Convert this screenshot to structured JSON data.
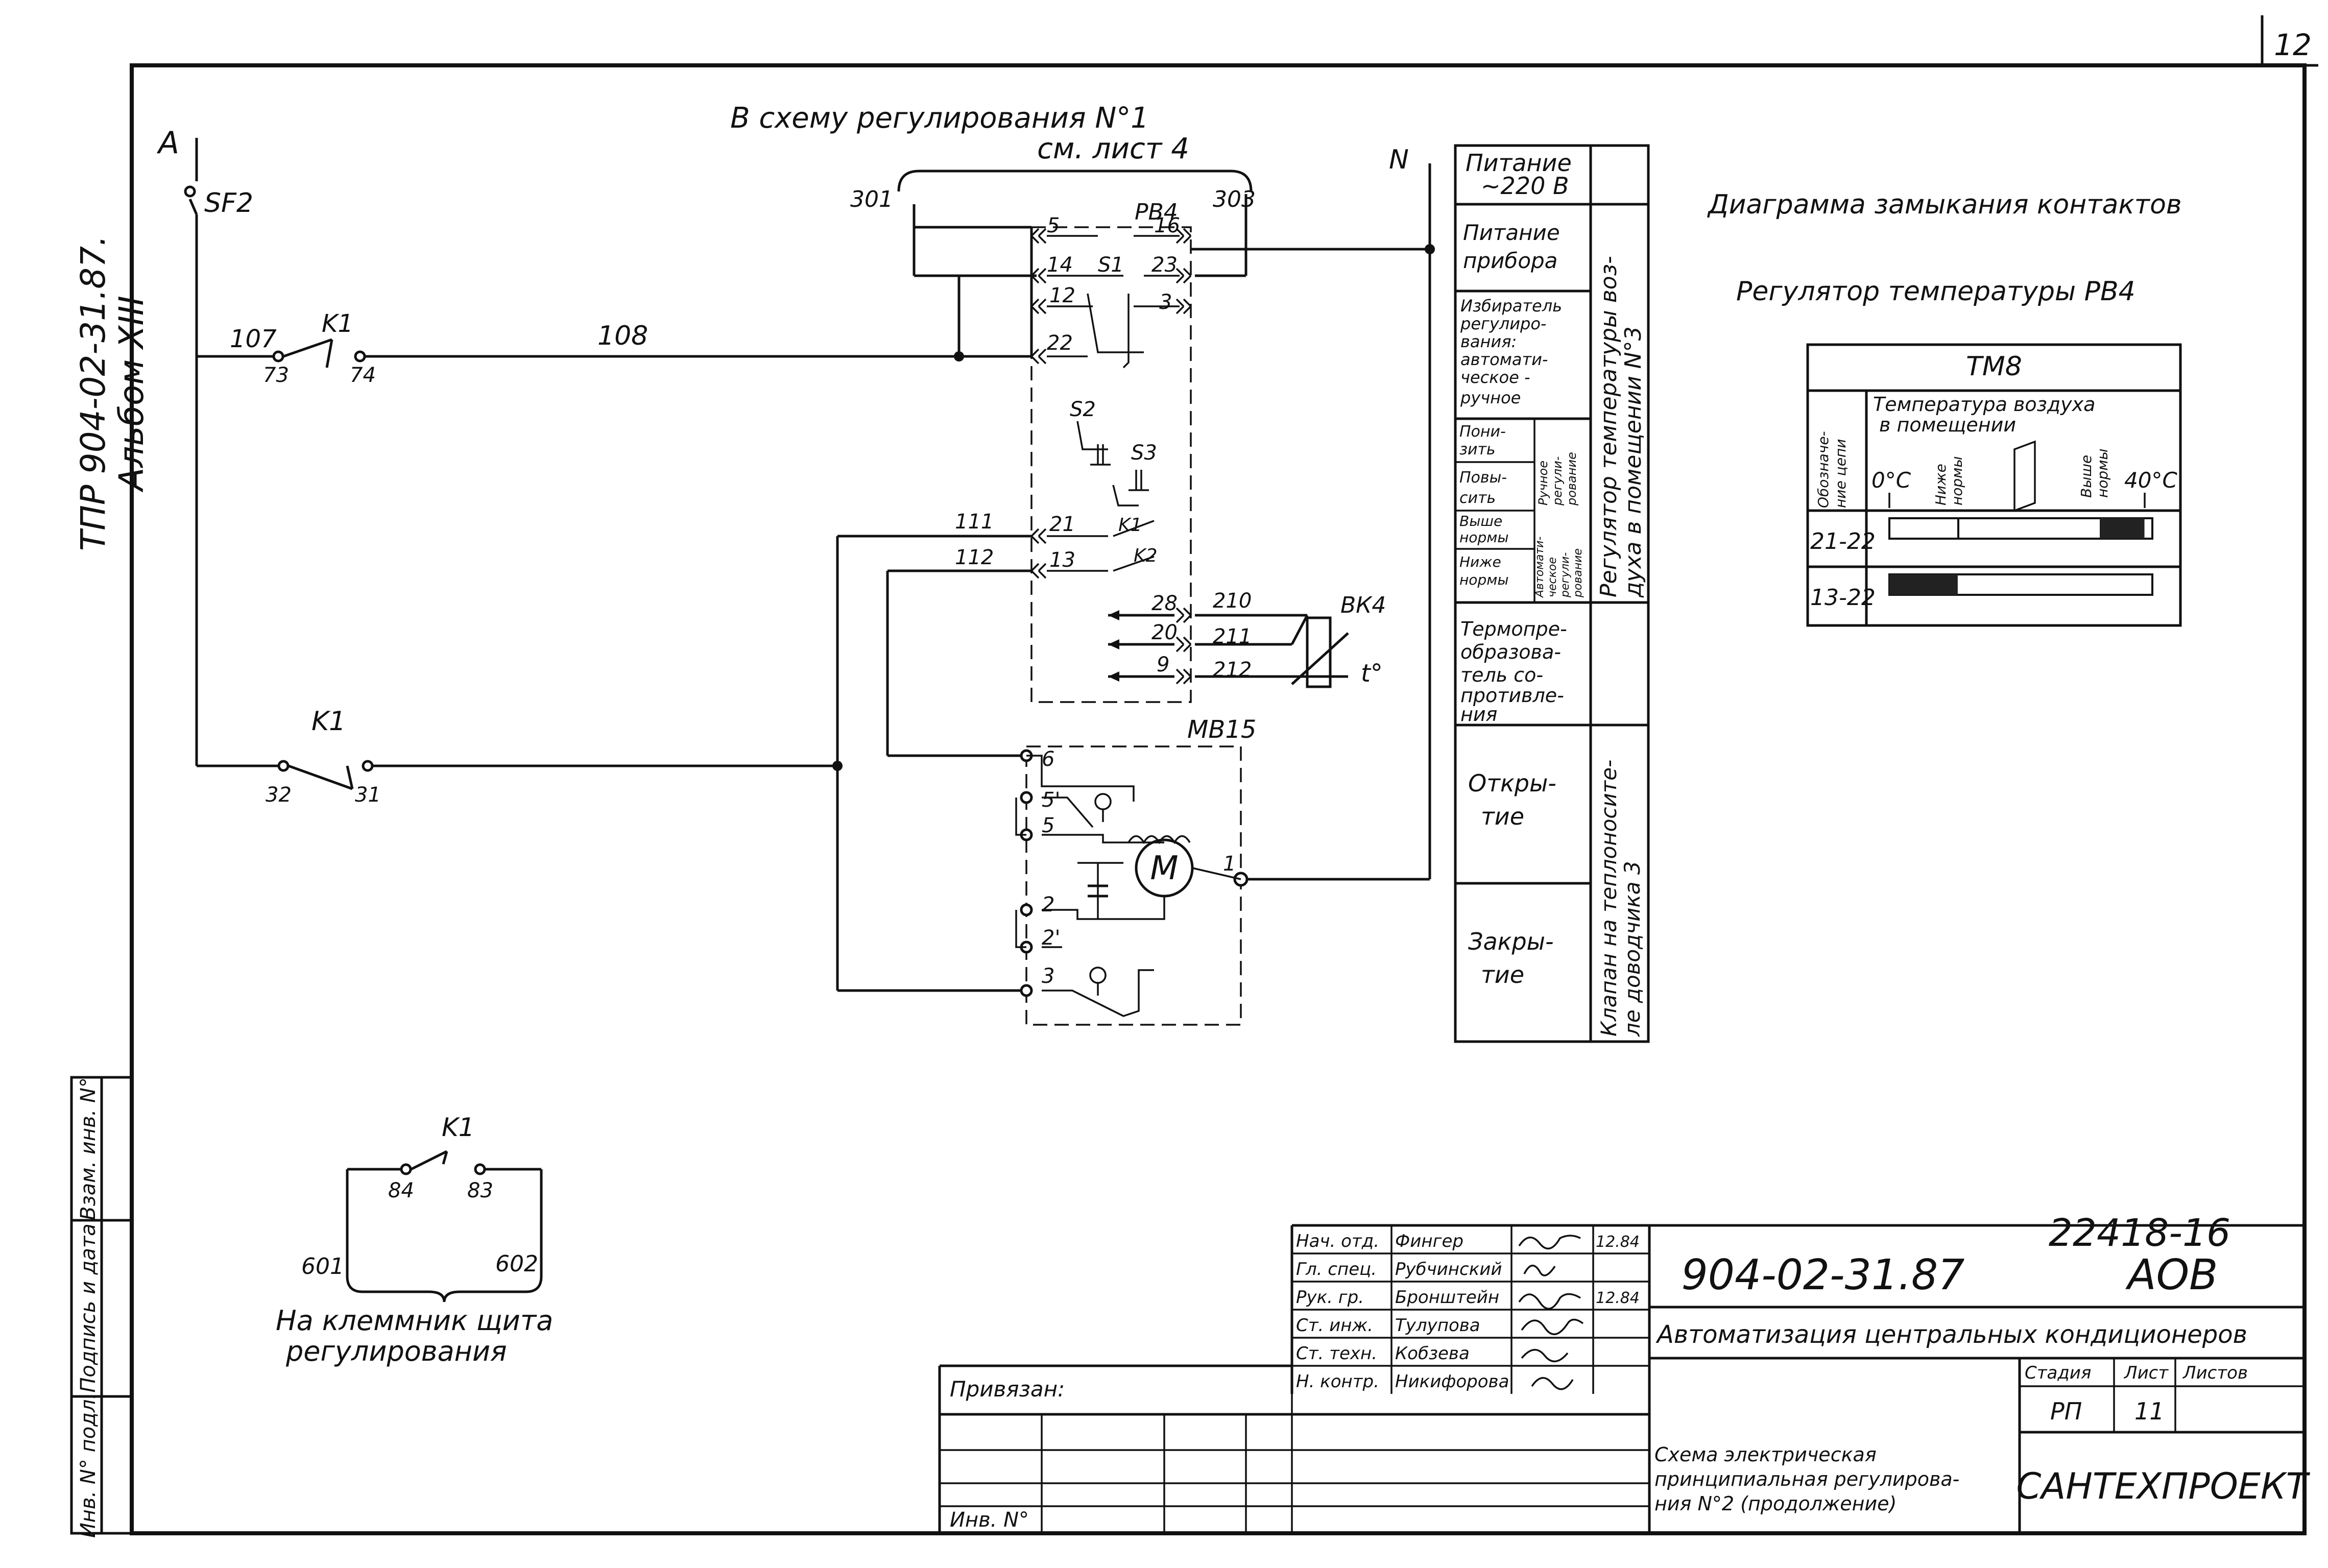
{
  "sheet_number": "12",
  "left_margin": {
    "doc_code": "ТПР 904-02-31.87.",
    "album": "Альбом XIII"
  },
  "stamp_side": [
    "Инв. N° подл.",
    "Подпись и дата",
    "Взам. инв. N°"
  ],
  "header": {
    "line1": "В схему регулирования N°1",
    "line2": "см. лист 4"
  },
  "labels": {
    "phase_a": "A",
    "neutral": "N",
    "breaker": "SF2",
    "k1": "K1",
    "k1b": "K1",
    "k1c": "K1",
    "w107": "107",
    "w108": "108",
    "t73": "73",
    "t74": "74",
    "w301": "301",
    "w303": "303",
    "rv4": "РВ4",
    "c5": "5",
    "c16": "16",
    "c14": "14",
    "c23": "23",
    "c12": "12",
    "c3": "3",
    "c22": "22",
    "s1": "S1",
    "s2": "S2",
    "s3": "S3",
    "k1i": "K1",
    "k2i": "K2",
    "w111": "111",
    "c21": "21",
    "w112": "112",
    "c13": "13",
    "w28": "28",
    "w210": "210",
    "w20": "20",
    "w211": "211",
    "w9": "9",
    "w212": "212",
    "bk4": "ВК4",
    "t": "t°",
    "t32": "32",
    "t31": "31",
    "mb15": "МВ15",
    "m6": "6",
    "m5a": "5'",
    "m5": "5",
    "m1": "1",
    "m2": "2",
    "m2a": "2'",
    "m3": "3",
    "motor": "M",
    "t84": "84",
    "t83": "83",
    "w601": "601",
    "w602": "602",
    "terminal_note1": "На клеммник щита",
    "terminal_note2": "регулирования"
  },
  "legend_table": {
    "rows": [
      {
        "function": [
          "Питание",
          "~220 В"
        ]
      },
      {
        "function": [
          "Питание",
          "прибора"
        ]
      },
      {
        "function": [
          "Избиратель",
          "регулиро-",
          "вания:",
          "автомати-",
          "ческое -",
          "ручное"
        ]
      },
      {
        "function": [
          "Пони-",
          "зить"
        ],
        "mode": [
          "Ручное",
          "регули-",
          "рование"
        ]
      },
      {
        "function": [
          "Повы-",
          "сить"
        ]
      },
      {
        "function": [
          "Выше",
          "нормы"
        ],
        "mode": [
          "Автомати-",
          "ческое",
          "регули-",
          "рование"
        ]
      },
      {
        "function": [
          "Ниже",
          "нормы"
        ]
      },
      {
        "function": [
          "Термопре-",
          "образова-",
          "тель со-",
          "противле-",
          "ния"
        ]
      },
      {
        "function": [
          "Откры-",
          "тие"
        ]
      },
      {
        "function": [
          "Закры-",
          "тие"
        ]
      }
    ],
    "group1": [
      "Регулятор температуры воз-",
      "духа в помещении N°3"
    ],
    "group2": [
      "Клапан на теплоносите-",
      "ле доводчика 3"
    ]
  },
  "diagram": {
    "title": "Диаграмма замыкания контактов",
    "subtitle": "Регулятор температуры РВ4",
    "table_header": "ТМ8",
    "col_circuit": [
      "Обозначе-",
      "ние цепи"
    ],
    "col_temp": [
      "Температура воздуха",
      "в помещении"
    ],
    "t_low": "0°C",
    "t_high": "40°C",
    "below_norm": [
      "Ниже",
      "нормы"
    ],
    "above_norm": [
      "Выше",
      "нормы"
    ],
    "rows": [
      {
        "circuit": "21-22",
        "closed_from": 0.8,
        "closed_to": 0.97
      },
      {
        "circuit": "13-22",
        "closed_from": 0.0,
        "closed_to": 0.26
      }
    ]
  },
  "stamp": {
    "number": "22418-16",
    "code": "904-02-31.87",
    "mark": "АОВ",
    "project": "Автоматизация центральных кондиционеров",
    "stage_hdr": "Стадия",
    "sheet_hdr": "Лист",
    "sheets_hdr": "Листов",
    "stage": "РП",
    "sheet": "11",
    "desc1": "Схема электрическая",
    "desc2": "принципиальная регулирова-",
    "desc3": "ния N°2 (продолжение)",
    "org": "САНТЕХПРОЕКТ",
    "attached": "Привязан:",
    "inv": "Инв. N°",
    "people": [
      {
        "role": "Нач. отд.",
        "name": "Фингер",
        "date": "12.84"
      },
      {
        "role": "Гл. спец.",
        "name": "Рубчинский",
        "date": ""
      },
      {
        "role": "Рук. гр.",
        "name": "Бронштейн",
        "date": "12.84"
      },
      {
        "role": "Ст. инж.",
        "name": "Тулупова",
        "date": ""
      },
      {
        "role": "Ст. техн.",
        "name": "Кобзева",
        "date": ""
      },
      {
        "role": "Н. контр.",
        "name": "Никифорова",
        "date": ""
      }
    ]
  }
}
